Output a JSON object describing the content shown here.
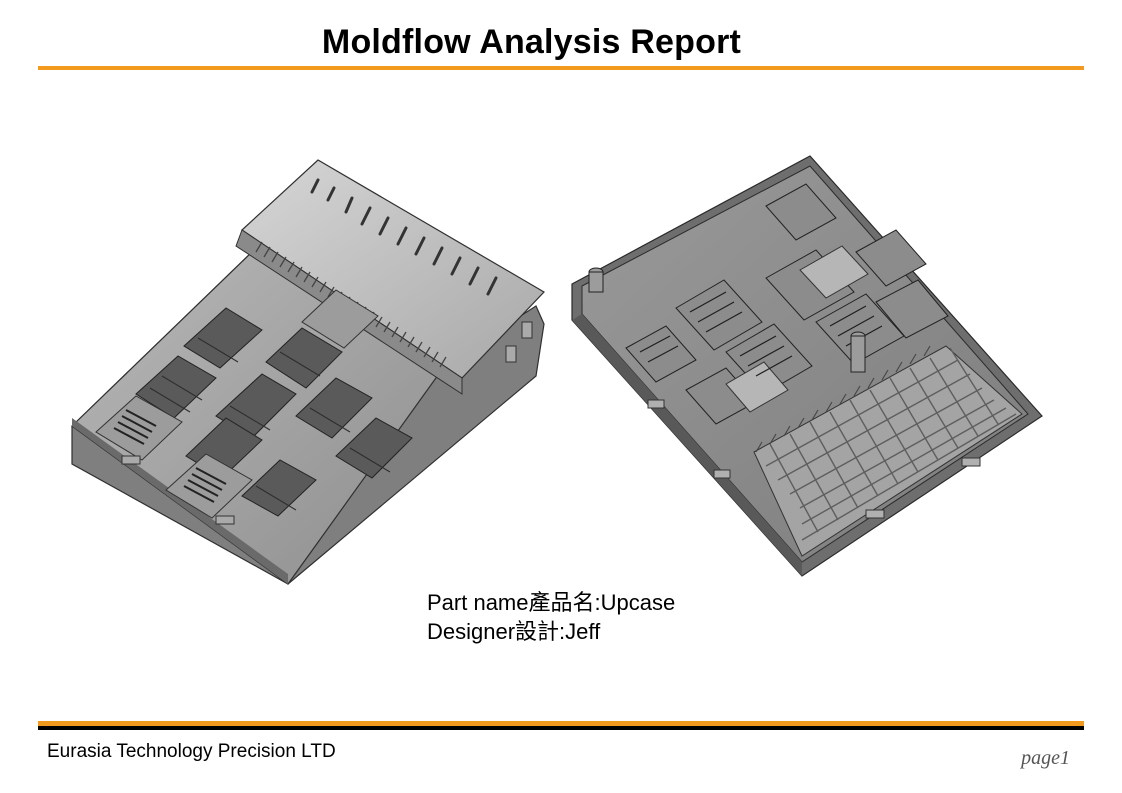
{
  "report": {
    "title": "Moldflow Analysis Report"
  },
  "part_info": {
    "part_name_label": "Part name產品名:",
    "part_name_value": "Upcase",
    "designer_label": "Designer設計:",
    "designer_value": "Jeff"
  },
  "footer": {
    "company": "Eurasia Technology Precision LTD",
    "page": "page1"
  },
  "colors": {
    "accent_rule": "#f29a1e",
    "rule_dark": "#000000"
  },
  "images": [
    {
      "name": "part-render-top-view"
    },
    {
      "name": "part-render-bottom-view"
    }
  ]
}
